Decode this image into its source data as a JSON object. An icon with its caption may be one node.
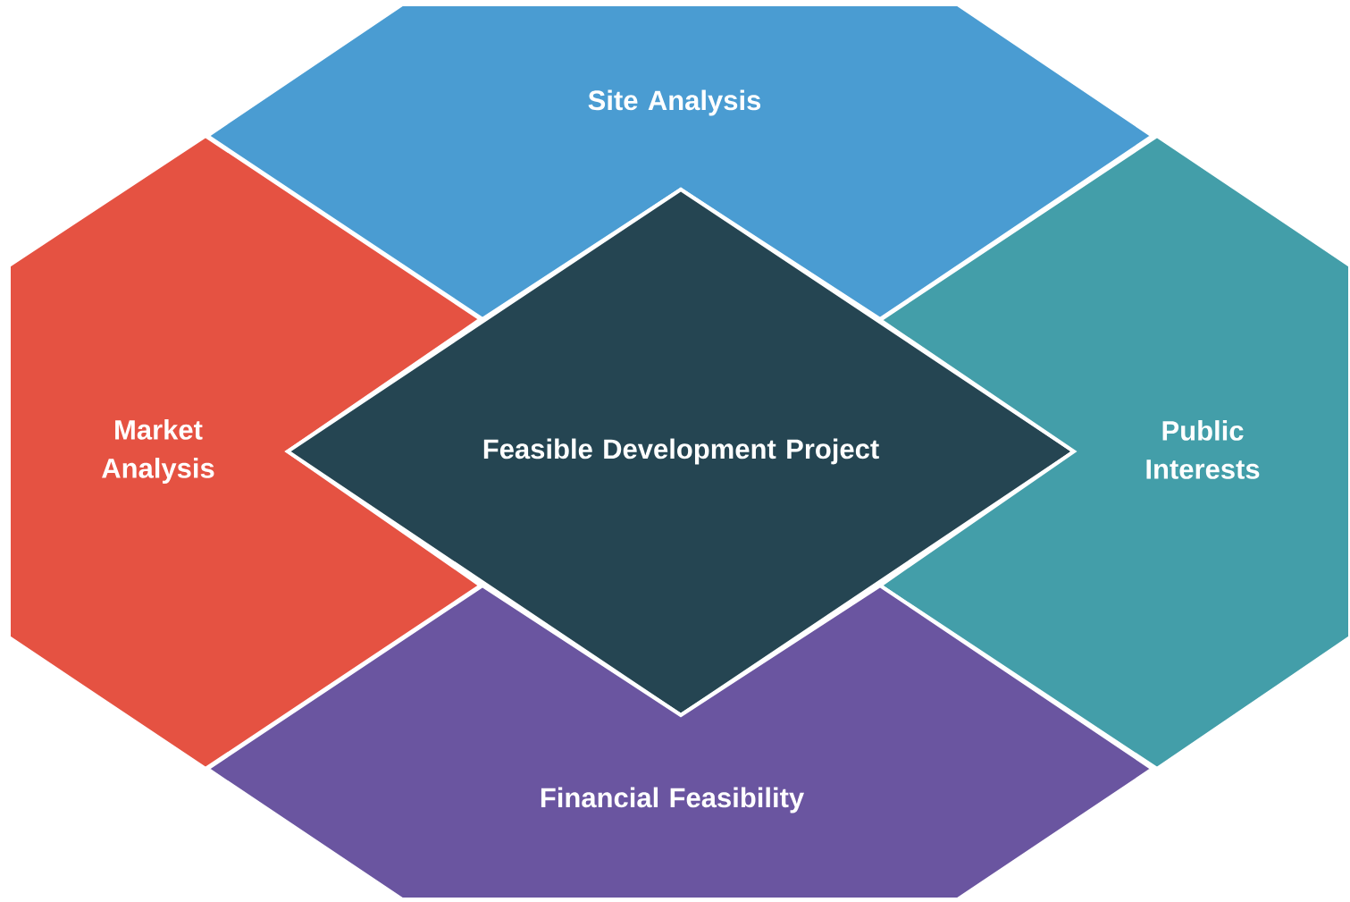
{
  "diagram": {
    "nodes": [
      {
        "text": [
          "Site Analysis"
        ]
      },
      {
        "text": [
          "Market Analysis"
        ]
      },
      {
        "text": [
          "Feasible Development Project"
        ]
      },
      {
        "text": [
          "Public Interests"
        ]
      },
      {
        "text": [
          "Financial Feasibility"
        ]
      }
    ]
  }
}
